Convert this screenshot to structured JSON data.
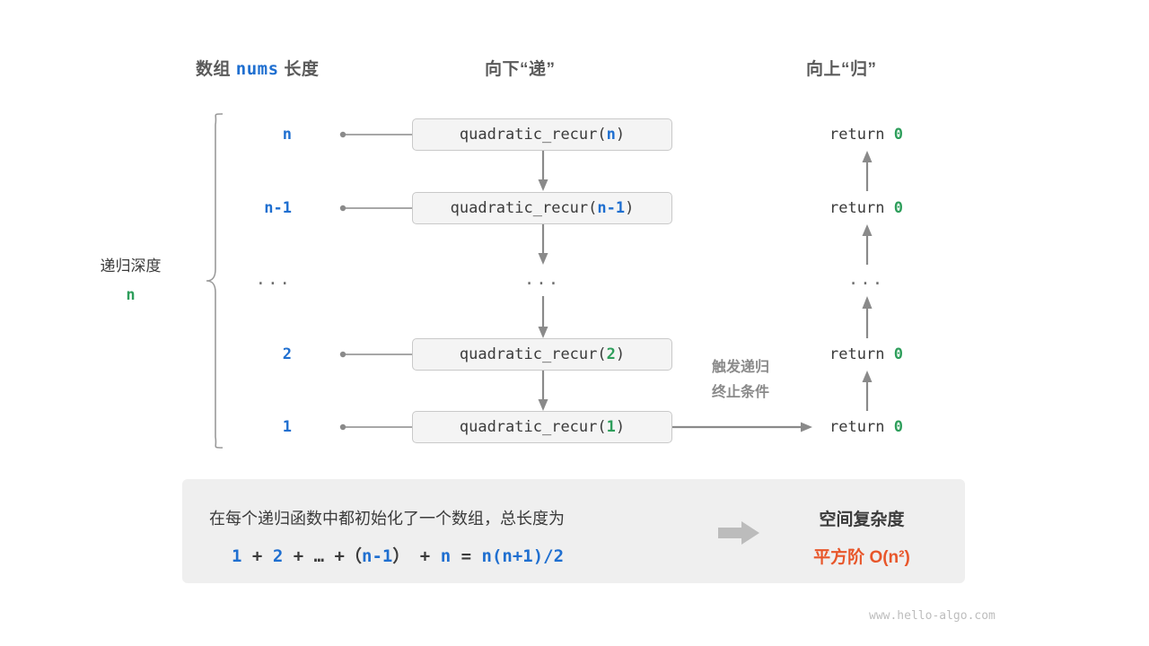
{
  "headers": {
    "left_prefix": "数组 ",
    "left_mono": "nums",
    "left_suffix": " 长度",
    "middle": "向下“递”",
    "right": "向上“归”"
  },
  "left_axis": {
    "label_line1": "递归深度",
    "label_line2": "n"
  },
  "rows": [
    {
      "num": "n",
      "call_prefix": "quadratic_recur(",
      "call_arg": "n",
      "call_suffix": ")",
      "arg_color": "blue",
      "ret_prefix": "return ",
      "ret_value": "0"
    },
    {
      "num": "n-1",
      "call_prefix": "quadratic_recur(",
      "call_arg": "n-1",
      "call_suffix": ")",
      "arg_color": "blue",
      "ret_prefix": "return ",
      "ret_value": "0"
    },
    {
      "num": "...",
      "call_prefix": "...",
      "call_arg": "",
      "call_suffix": "",
      "arg_color": "none",
      "ret_prefix": "...",
      "ret_value": ""
    },
    {
      "num": "2",
      "call_prefix": "quadratic_recur(",
      "call_arg": "2",
      "call_suffix": ")",
      "arg_color": "green",
      "ret_prefix": "return ",
      "ret_value": "0"
    },
    {
      "num": "1",
      "call_prefix": "quadratic_recur(",
      "call_arg": "1",
      "call_suffix": ")",
      "arg_color": "green",
      "ret_prefix": "return ",
      "ret_value": "0"
    }
  ],
  "trigger_note": {
    "line1": "触发递归",
    "line2": "终止条件"
  },
  "panel": {
    "line1": "在每个递归函数中都初始化了一个数组，总长度为",
    "formula": {
      "t1": "1",
      "op1": "+",
      "t2": "2",
      "op2": "+",
      "t3": "…",
      "op3": "+",
      "t4": "（",
      "t5": "n-1",
      "t6": "）",
      "op4": "+",
      "t7": "n",
      "op5": "=",
      "t8": "n(n+1)/2"
    },
    "result_title": "空间复杂度",
    "result_value": "平方阶 O(n²)"
  },
  "watermark": "www.hello-algo.com",
  "colors": {
    "blue": "#1f6fd0",
    "green": "#2e9e5b",
    "orange": "#e8562a",
    "gray_text": "#5a5a5a",
    "box_bg": "#f4f4f4",
    "panel_bg": "#efefef"
  }
}
